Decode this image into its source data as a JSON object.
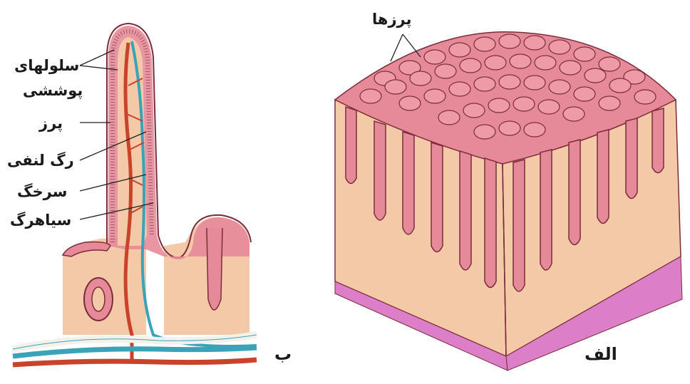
{
  "labels": {
    "villi_top": "پرزها",
    "epithelial_cells_line1": "سلولهای",
    "epithelial_cells_line2": "پوششی",
    "villus": "پرز",
    "lymph_vessel": "رگ لنفی",
    "artery": "سرخگ",
    "vein": "سیاهرگ",
    "panel_b": "ب",
    "panel_a": "الف"
  },
  "colors": {
    "villus_pink": "#e68a9a",
    "villus_outline": "#7a2c3a",
    "tissue_peach": "#f3c9a8",
    "muscle_pink": "#dc7fc8",
    "artery_red": "#c8432a",
    "lymph_blue": "#3aa3b8",
    "white_vessel": "#f4f1ea"
  }
}
